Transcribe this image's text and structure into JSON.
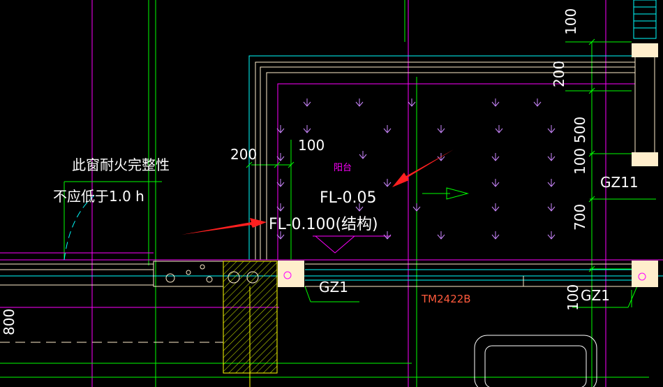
{
  "colors": {
    "background": "#000000",
    "white_text": "#ffffff",
    "green": "#00ff00",
    "magenta": "#ff00ff",
    "cyan": "#00ffff",
    "yellow": "#ffff00",
    "orange_text": "#ff5a3c",
    "arrow_red": "#ff2020",
    "wall_fill": "#ffeecc",
    "hatch": "#b8d000"
  },
  "notes": {
    "fire_line1": "此窗耐火完整性",
    "fire_line2": "不应低于1.0 h"
  },
  "room": {
    "name": "阳台",
    "level_finish": "FL-0.05",
    "level_struct": "FL-0.100(结构)"
  },
  "dims": {
    "d200_left": "200",
    "d100_top": "100",
    "d100_right_top": "100",
    "d200_right": "200",
    "d500_right": "500",
    "d100_right_mid": "100",
    "d700_right": "700",
    "d100_right_bottom": "100",
    "d800_left": "800"
  },
  "columns": {
    "gz1_left": "GZ1",
    "gz1_right": "GZ1",
    "gz11": "GZ11"
  },
  "door": {
    "tag": "TM2422B"
  },
  "drain_arrow_icon": "arrow-right-icon",
  "floor_drain_icon": "chevron-down-icon"
}
